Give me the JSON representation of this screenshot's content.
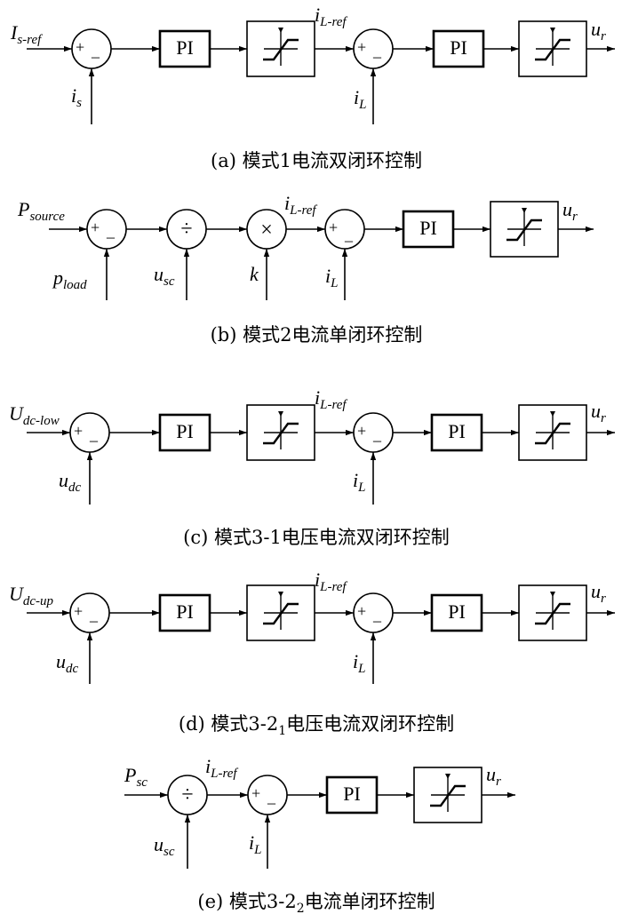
{
  "panels": [
    {
      "caption": {
        "prefix": "(a) 模式1电流双闭环控制"
      },
      "labels": {
        "input": "I",
        "input_sub": "s-ref",
        "fb1": "i",
        "fb1_sub": "s",
        "mid": "i",
        "mid_sub": "L-ref",
        "fb2": "i",
        "fb2_sub": "L",
        "out": "u",
        "out_sub": "r"
      },
      "blocks": {
        "pi1": "PI",
        "pi2": "PI"
      }
    },
    {
      "caption": {
        "prefix": "(b) 模式2电流单闭环控制"
      },
      "labels": {
        "input": "P",
        "input_sub": "source",
        "fb1": "p",
        "fb1_sub": "load",
        "div_in": "u",
        "div_in_sub": "sc",
        "mul_in": "k",
        "mid": "i",
        "mid_sub": "L-ref",
        "fb2": "i",
        "fb2_sub": "L",
        "out": "u",
        "out_sub": "r"
      },
      "blocks": {
        "pi1": "PI"
      }
    },
    {
      "caption": {
        "prefix": "(c) 模式3-1电压电流双闭环控制"
      },
      "labels": {
        "input": "U",
        "input_sub": "dc-low",
        "fb1": "u",
        "fb1_sub": "dc",
        "mid": "i",
        "mid_sub": "L-ref",
        "fb2": "i",
        "fb2_sub": "L",
        "out": "u",
        "out_sub": "r"
      },
      "blocks": {
        "pi1": "PI",
        "pi2": "PI"
      }
    },
    {
      "caption": {
        "prefix": "(d) 模式3-2",
        "index": "1",
        "suffix": "电压电流双闭环控制"
      },
      "labels": {
        "input": "U",
        "input_sub": "dc-up",
        "fb1": "u",
        "fb1_sub": "dc",
        "mid": "i",
        "mid_sub": "L-ref",
        "fb2": "i",
        "fb2_sub": "L",
        "out": "u",
        "out_sub": "r"
      },
      "blocks": {
        "pi1": "PI",
        "pi2": "PI"
      }
    },
    {
      "caption": {
        "prefix": "(e) 模式3-2",
        "index": "2",
        "suffix": "电流单闭环控制"
      },
      "labels": {
        "input": "P",
        "input_sub": "sc",
        "div_in": "u",
        "div_in_sub": "sc",
        "mid": "i",
        "mid_sub": "L-ref",
        "fb2": "i",
        "fb2_sub": "L",
        "out": "u",
        "out_sub": "r"
      },
      "blocks": {
        "pi1": "PI"
      }
    }
  ],
  "symbols": {
    "plus": "+",
    "minus": "_",
    "divide": "÷",
    "multiply": "×"
  }
}
